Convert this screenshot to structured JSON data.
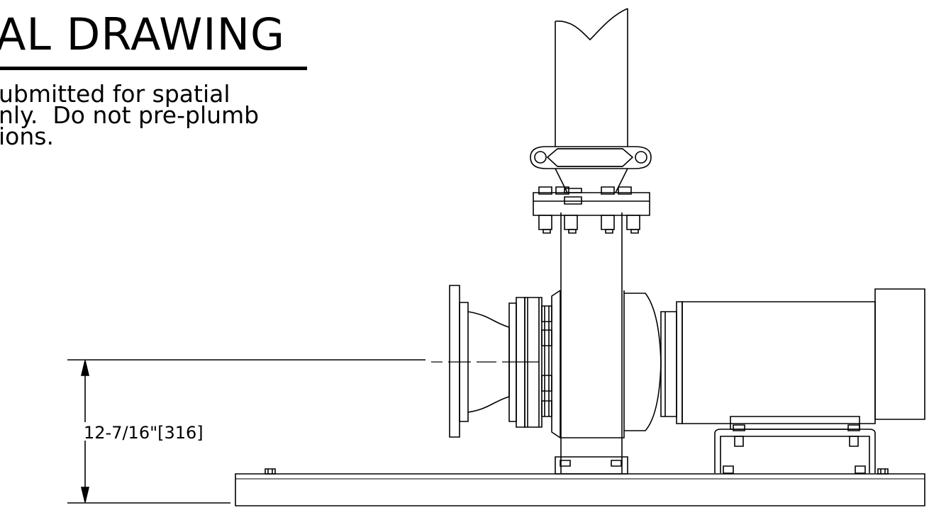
{
  "drawing": {
    "title": "AL DRAWING",
    "note_lines": [
      "ubmitted for spatial",
      "nly.  Do not pre-plumb",
      "ions."
    ],
    "dimension": "12-7/16\"[316]"
  },
  "colors": {
    "line": "#000000",
    "background": "#ffffff"
  }
}
